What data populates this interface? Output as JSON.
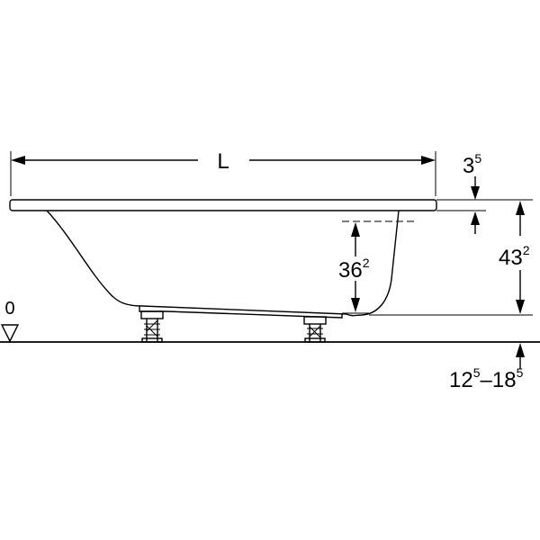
{
  "dimensions": {
    "length": {
      "label": "L"
    },
    "rim_thickness": {
      "main": "3",
      "sup": "5"
    },
    "inner_depth": {
      "main": "36",
      "sup": "2"
    },
    "total_height": {
      "main": "43",
      "sup": "2"
    },
    "foot_range": {
      "from_main": "12",
      "from_sup": "5",
      "sep": "–",
      "to_main": "18",
      "to_sup": "5"
    }
  },
  "floor_reference": {
    "label": "0"
  }
}
